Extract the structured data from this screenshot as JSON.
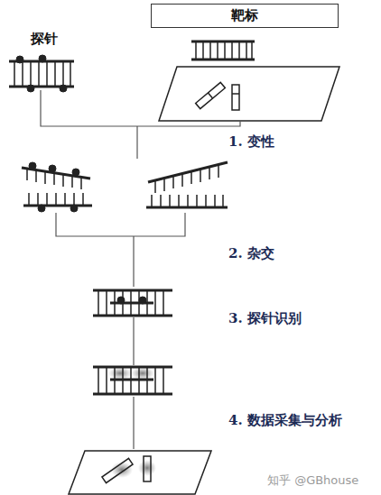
{
  "diagram": {
    "nodes": [
      {
        "text": [
          "靶标"
        ]
      }
    ],
    "labels": [
      "探针",
      "1. 变性",
      "2. 杂交",
      "3. 探针识别",
      "4. 数据采集与分析",
      "知乎 @GBhouse"
    ]
  }
}
